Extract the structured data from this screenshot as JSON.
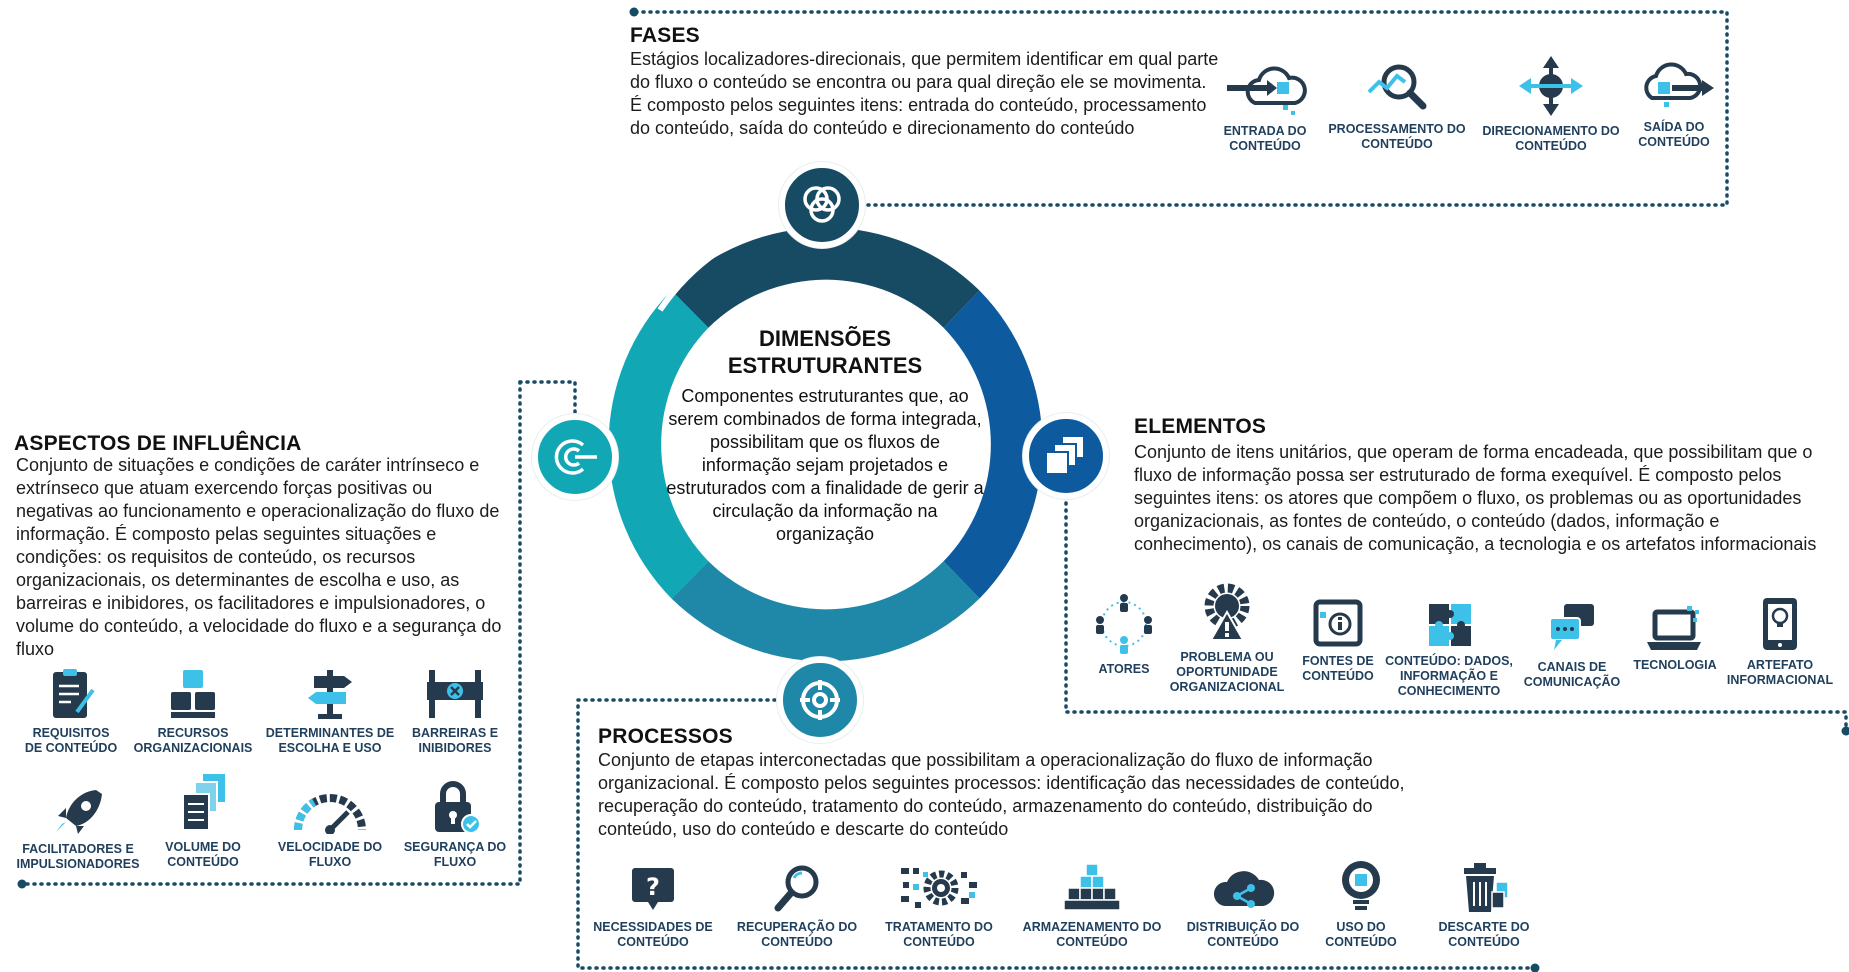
{
  "colors": {
    "navy": "#174a63",
    "blue": "#0d5b9e",
    "teal": "#12a7b5",
    "mid": "#1f87a8",
    "dark_icon": "#263a4d",
    "light_blue": "#3ec1e8"
  },
  "center": {
    "title_line1": "DIMENSÕES",
    "title_line2": "ESTRUTURANTES",
    "description": "Componentes estruturantes que, ao serem combinados de forma integrada, possibilitam que os fluxos de informação sejam projetados e estruturados com a finalidade de gerir a circulação da informação na organização"
  },
  "fases": {
    "title": "FASES",
    "description": "Estágios localizadores-direcionais, que permitem identificar em qual parte do fluxo o conteúdo se encontra ou para qual direção ele se movimenta. É composto pelos seguintes itens: entrada do conteúdo, processamento do conteúdo, saída do conteúdo e direcionamento do conteúdo",
    "icon": "cycle-icon",
    "items": [
      {
        "label": "ENTRADA DO\nCONTEÚDO",
        "icon": "cloud-input-icon"
      },
      {
        "label": "PROCESSAMENTO DO\nCONTEÚDO",
        "icon": "magnifier-chart-icon"
      },
      {
        "label": "DIRECIONAMENTO DO\nCONTEÚDO",
        "icon": "four-arrows-icon"
      },
      {
        "label": "SAÍDA DO\nCONTEÚDO",
        "icon": "cloud-output-icon"
      }
    ]
  },
  "aspectos": {
    "title": "ASPECTOS DE INFLUÊNCIA",
    "description": "Conjunto de situações e condições de caráter intrínseco e extrínseco que atuam exercendo forças positivas ou negativas ao funcionamento e operacionalização do fluxo de informação. É composto pelas seguintes situações e condições: os requisitos de conteúdo, os recursos organizacionais, os determinantes de escolha e uso, as barreiras e inibidores, os facilitadores e impulsionadores, o volume do conteúdo, a velocidade do fluxo e a segurança do fluxo",
    "icon": "target-arrows-icon",
    "items": [
      {
        "label": "REQUISITOS\nDE CONTEÚDO",
        "icon": "clipboard-icon"
      },
      {
        "label": "RECURSOS\nORGANIZACIONAIS",
        "icon": "boxes-icon"
      },
      {
        "label": "DETERMINANTES DE\nESCOLHA E USO",
        "icon": "signpost-icon"
      },
      {
        "label": "BARREIRAS E\nINIBIDORES",
        "icon": "barrier-icon"
      },
      {
        "label": "FACILITADORES E\nIMPULSIONADORES",
        "icon": "rocket-icon"
      },
      {
        "label": "VOLUME DO\nCONTEÚDO",
        "icon": "documents-icon"
      },
      {
        "label": "VELOCIDADE DO\nFLUXO",
        "icon": "speedometer-icon"
      },
      {
        "label": "SEGURANÇA DO\nFLUXO",
        "icon": "padlock-icon"
      }
    ]
  },
  "elementos": {
    "title": "ELEMENTOS",
    "description": "Conjunto de itens unitários, que operam de forma encadeada, que possibilitam que o fluxo de informação possa ser estruturado de forma exequível.  É composto pelos seguintes itens: os atores que compõem o fluxo, os problemas ou as oportunidades organizacionais, as fontes de conteúdo, o conteúdo (dados, informação e conhecimento), os canais de comunicação, a tecnologia e os artefatos informacionais",
    "icon": "stacked-squares-icon",
    "items": [
      {
        "label": "ATORES",
        "icon": "people-network-icon"
      },
      {
        "label": "PROBLEMA OU\nOPORTUNIDADE\nORGANIZACIONAL",
        "icon": "gear-warning-icon"
      },
      {
        "label": "FONTES DE\nCONTEÚDO",
        "icon": "info-window-icon"
      },
      {
        "label": "CONTEÚDO: DADOS,\nINFORMAÇÃO E\nCONHECIMENTO",
        "icon": "puzzle-icon"
      },
      {
        "label": "CANAIS DE\nCOMUNICAÇÃO",
        "icon": "chat-bubbles-icon"
      },
      {
        "label": "TECNOLOGIA",
        "icon": "laptop-icon"
      },
      {
        "label": "ARTEFATO\nINFORMACIONAL",
        "icon": "tablet-idea-icon"
      }
    ]
  },
  "processos": {
    "title": "PROCESSOS",
    "description": "Conjunto de etapas interconectadas que possibilitam a operacionalização do fluxo de informação organizacional. É composto pelos seguintes processos: identificação das necessidades de conteúdo, recuperação do conteúdo, tratamento do conteúdo, armazenamento do conteúdo, distribuição do conteúdo, uso do conteúdo e descarte do conteúdo",
    "icon": "target-circle-icon",
    "items": [
      {
        "label": "NECESSIDADES DE\nCONTEÚDO",
        "icon": "question-sign-icon"
      },
      {
        "label": "RECUPERAÇÃO DO\nCONTEÚDO",
        "icon": "search-icon"
      },
      {
        "label": "TRATAMENTO DO\nCONTEÚDO",
        "icon": "data-gear-icon"
      },
      {
        "label": "ARMAZENAMENTO DO\nCONTEÚDO",
        "icon": "cube-stack-icon"
      },
      {
        "label": "DISTRIBUIÇÃO DO\nCONTEÚDO",
        "icon": "cloud-share-icon"
      },
      {
        "label": "USO DO\nCONTEÚDO",
        "icon": "lightbulb-icon"
      },
      {
        "label": "DESCARTE DO\nCONTEÚDO",
        "icon": "trash-icon"
      }
    ]
  }
}
